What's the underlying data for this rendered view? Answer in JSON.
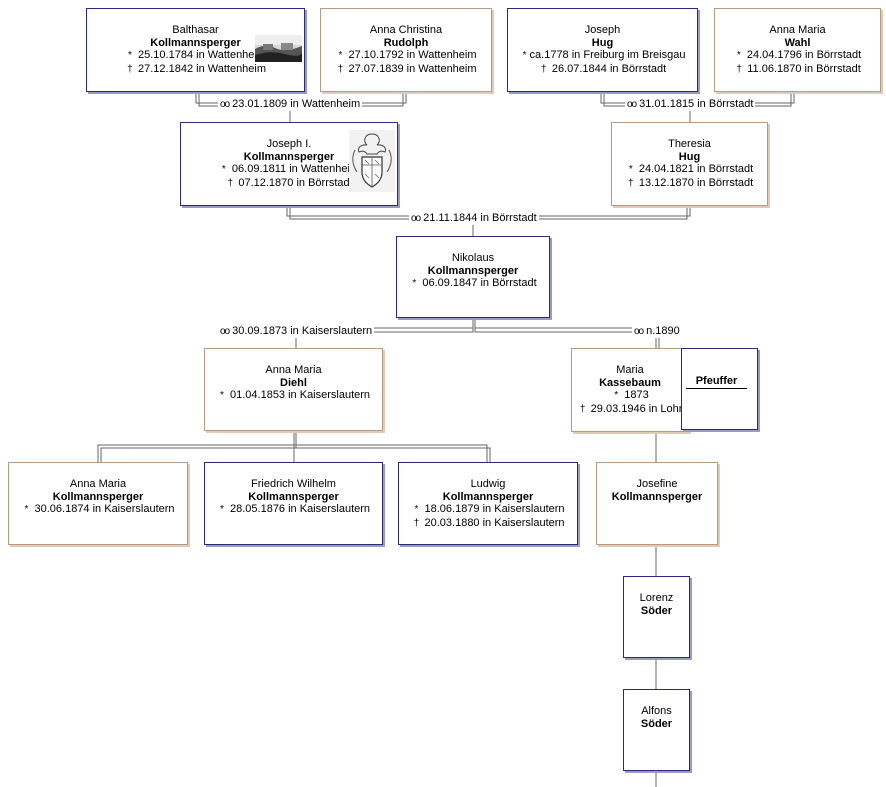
{
  "persons": {
    "balthasar": {
      "given": "Balthasar",
      "surname": "Kollmannsperger",
      "birth": "25.10.1784 in Wattenheim",
      "death": "27.12.1842 in Wattenheim"
    },
    "anna_christina": {
      "given": "Anna Christina",
      "surname": "Rudolph",
      "birth": "27.10.1792 in Wattenheim",
      "death": "27.07.1839 in Wattenheim"
    },
    "joseph_hug": {
      "given": "Joseph",
      "surname": "Hug",
      "birth": "ca.1778 in Freiburg im Breisgau",
      "death": "26.07.1844 in Börrstadt"
    },
    "anna_maria_wahl": {
      "given": "Anna Maria",
      "surname": "Wahl",
      "birth": "24.04.1796 in Börrstadt",
      "death": "11.06.1870 in Börrstadt"
    },
    "joseph_i": {
      "given": "Joseph I.",
      "surname": "Kollmannsperger",
      "birth": "06.09.1811 in Wattenheim",
      "death": "07.12.1870 in Börrstadt"
    },
    "theresia": {
      "given": "Theresia",
      "surname": "Hug",
      "birth": "24.04.1821 in Börrstadt",
      "death": "13.12.1870 in Börrstadt"
    },
    "nikolaus": {
      "given": "Nikolaus",
      "surname": "Kollmannsperger",
      "birth": "06.09.1847 in Börrstadt"
    },
    "anna_maria_diehl": {
      "given": "Anna Maria",
      "surname": "Diehl",
      "birth": "01.04.1853 in Kaiserslautern"
    },
    "maria_kassebaum": {
      "given": "Maria",
      "surname": "Kassebaum",
      "birth": "1873",
      "death": "29.03.1946 in Lohr"
    },
    "anna_maria_k": {
      "given": "Anna Maria",
      "surname": "Kollmannsperger",
      "birth": "30.06.1874 in Kaiserslautern"
    },
    "friedrich_wilhelm": {
      "given": "Friedrich Wilhelm",
      "surname": "Kollmannsperger",
      "birth": "28.05.1876 in Kaiserslautern"
    },
    "ludwig": {
      "given": "Ludwig",
      "surname": "Kollmannsperger",
      "birth": "18.06.1879 in Kaiserslautern",
      "death": "20.03.1880 in Kaiserslautern"
    },
    "josefine": {
      "given": "Josefine",
      "surname": "Kollmannsperger"
    },
    "lorenz": {
      "given": "Lorenz",
      "surname": "Söder"
    },
    "alfons": {
      "given": "Alfons",
      "surname": "Söder"
    }
  },
  "marriages": {
    "m1809": "23.01.1809 in Wattenheim",
    "m1815": "31.01.1815 in Börrstadt",
    "m1844": "21.11.1844 in Börrstadt",
    "m1873": "30.09.1873 in Kaiserslautern",
    "m1890": "n.1890"
  },
  "overlay": {
    "name": "Pfeuffer"
  },
  "symbols": {
    "birth": "*",
    "death": "†",
    "marriage": "oo"
  },
  "colors": {
    "male_border": "#2a2a7a",
    "female_border": "#b89a80",
    "line": "#555555"
  }
}
